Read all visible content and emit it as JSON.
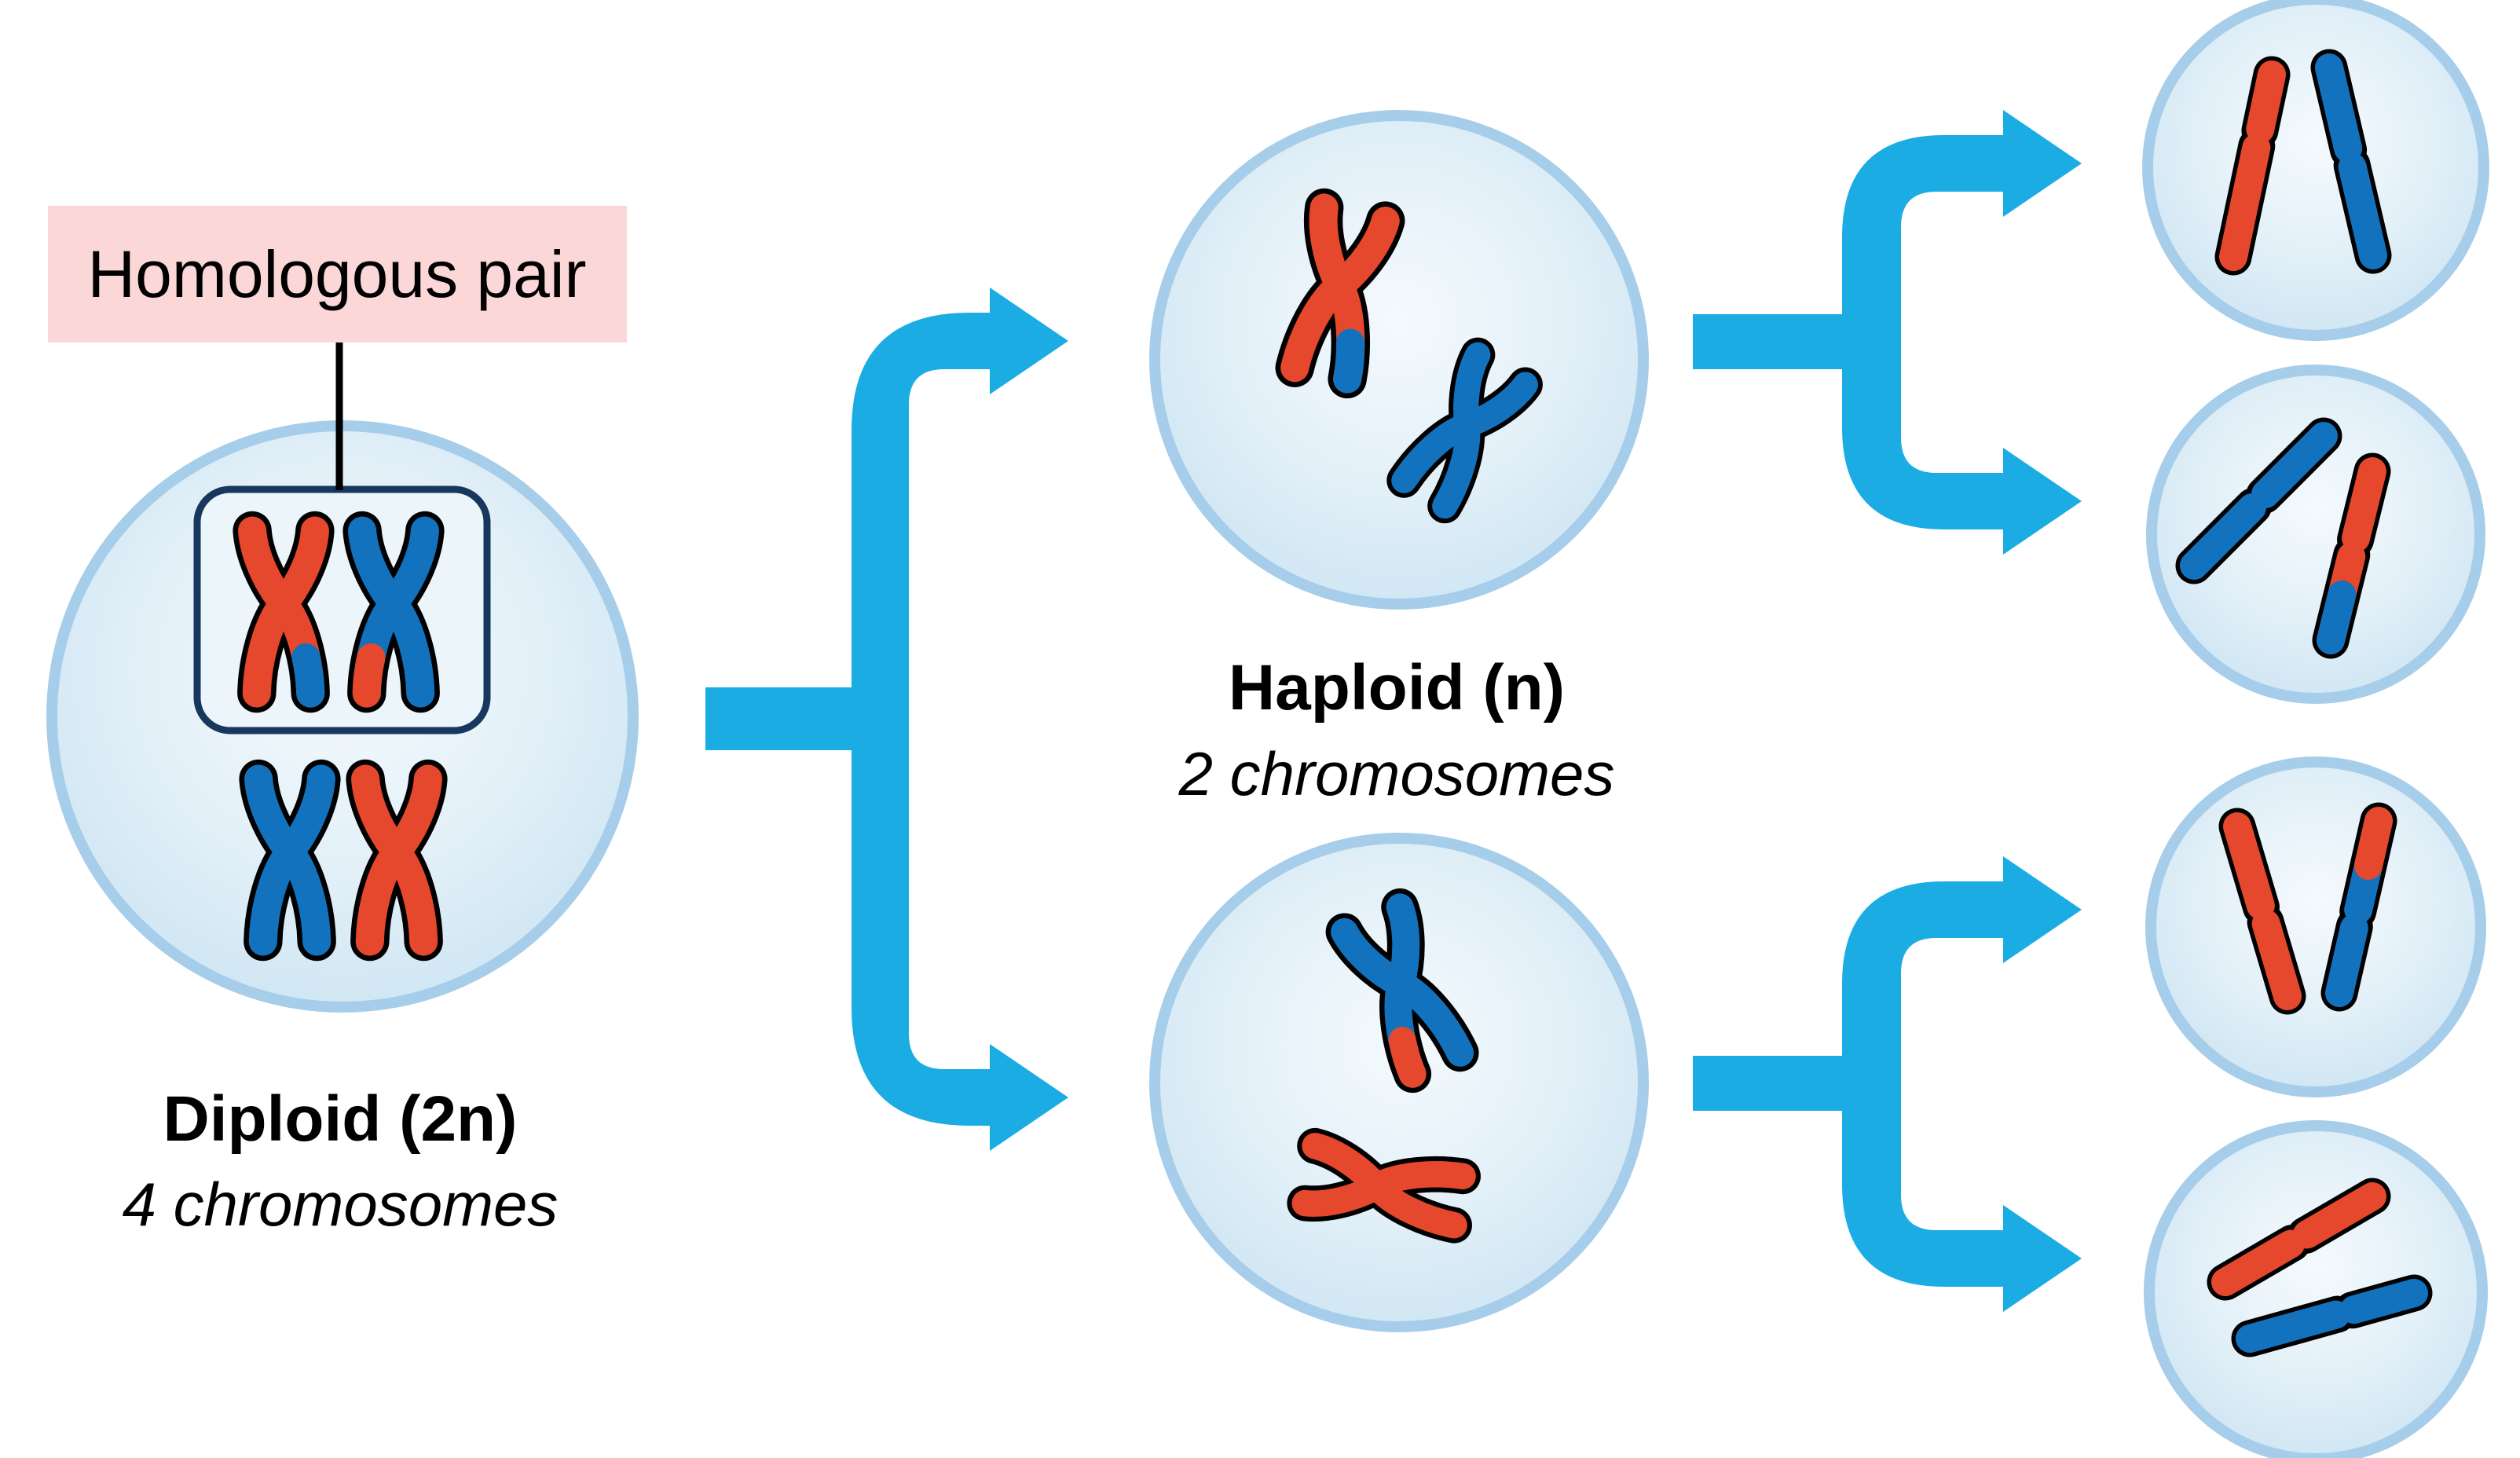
{
  "diagram": {
    "labels": {
      "annotation": "Homologous pair",
      "diploid_title": "Diploid (2n)",
      "diploid_subtitle": "4 chromosomes",
      "haploid_title": "Haploid (n)",
      "haploid_subtitle": "2 chromosomes"
    },
    "colors": {
      "arrow": "#1CACE4",
      "chromosome_red": "#E5482C",
      "chromosome_blue": "#1272BE",
      "chromosome_outline": "#000000",
      "cell_border": "#A6CDE9",
      "cell_fill_center": "#F4FAFD",
      "cell_fill_edge": "#CDE5F3",
      "highlight_box_border": "#17375F",
      "highlight_box_fill": "#ECF5FA",
      "annotation_bg": "#FBD7D7",
      "text": "#000000"
    },
    "stages": [
      {
        "id": "diploid",
        "title": "Diploid (2n)",
        "subtitle": "4 chromosomes",
        "chromosomes": [
          {
            "type": "x",
            "color": "red",
            "tip": {
              "leg": "bottom-right",
              "color": "blue"
            },
            "in_highlight_box": true
          },
          {
            "type": "x",
            "color": "blue",
            "tip": {
              "leg": "bottom-left",
              "color": "red"
            },
            "in_highlight_box": true
          },
          {
            "type": "x",
            "color": "blue"
          },
          {
            "type": "x",
            "color": "red"
          }
        ]
      },
      {
        "id": "haploid-top",
        "title": "Haploid (n)",
        "subtitle": "2 chromosomes",
        "chromosomes": [
          {
            "type": "x",
            "color": "red",
            "tip": {
              "leg": "bottom-right",
              "color": "blue"
            }
          },
          {
            "type": "x",
            "color": "blue"
          }
        ]
      },
      {
        "id": "haploid-bottom",
        "title": "Haploid (n)",
        "subtitle": "2 chromosomes",
        "chromosomes": [
          {
            "type": "x",
            "color": "blue",
            "tip": {
              "leg": "bottom-left",
              "color": "red"
            }
          },
          {
            "type": "x",
            "color": "red"
          }
        ]
      },
      {
        "id": "gamete-1",
        "chromosomes": [
          {
            "type": "chromatid",
            "color": "red"
          },
          {
            "type": "chromatid",
            "color": "blue"
          }
        ]
      },
      {
        "id": "gamete-2",
        "chromosomes": [
          {
            "type": "chromatid",
            "color": "blue"
          },
          {
            "type": "chromatid",
            "color": "red",
            "tip": {
              "end": "bottom",
              "color": "blue",
              "fraction": 0.27
            }
          }
        ]
      },
      {
        "id": "gamete-3",
        "chromosomes": [
          {
            "type": "chromatid",
            "color": "red"
          },
          {
            "type": "chromatid",
            "color": "blue",
            "tip": {
              "end": "top",
              "color": "red",
              "fraction": 0.26
            }
          }
        ]
      },
      {
        "id": "gamete-4",
        "chromosomes": [
          {
            "type": "chromatid",
            "color": "red"
          },
          {
            "type": "chromatid",
            "color": "blue"
          }
        ]
      }
    ],
    "arrows": [
      {
        "from": "diploid",
        "to": [
          "haploid-top",
          "haploid-bottom"
        ]
      },
      {
        "from": "haploid-top",
        "to": [
          "gamete-1",
          "gamete-2"
        ]
      },
      {
        "from": "haploid-bottom",
        "to": [
          "gamete-3",
          "gamete-4"
        ]
      }
    ]
  }
}
